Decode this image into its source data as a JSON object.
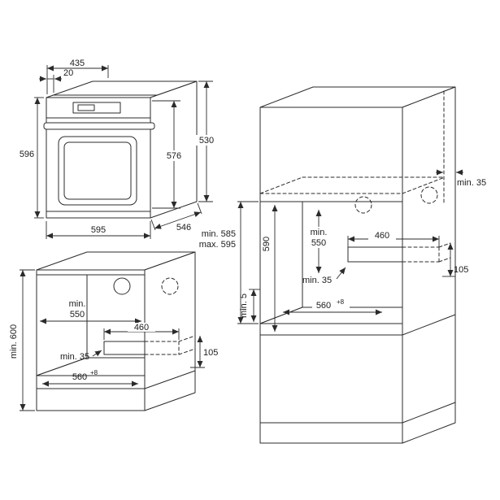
{
  "colors": {
    "line": "#2b2b2b",
    "background": "#ffffff"
  },
  "oven": {
    "d435": "435",
    "d20": "20",
    "d596": "596",
    "d576": "576",
    "d530": "530",
    "d595": "595",
    "d546": "546"
  },
  "base": {
    "min_label": "min.",
    "d550": "550",
    "dmin600": "min. 600",
    "d460": "460",
    "dmin35": "min. 35",
    "d105": "105",
    "d560": "560",
    "tol": "+8"
  },
  "tall": {
    "dmin35_top": "min. 35",
    "dmin585": "min. 585",
    "dmax595": "max. 595",
    "d590": "590",
    "min_label": "min.",
    "d550": "550",
    "d460": "460",
    "dmin35": "min. 35",
    "d105": "105",
    "dmin5": "min. 5",
    "d560": "560",
    "tol": "+8"
  }
}
